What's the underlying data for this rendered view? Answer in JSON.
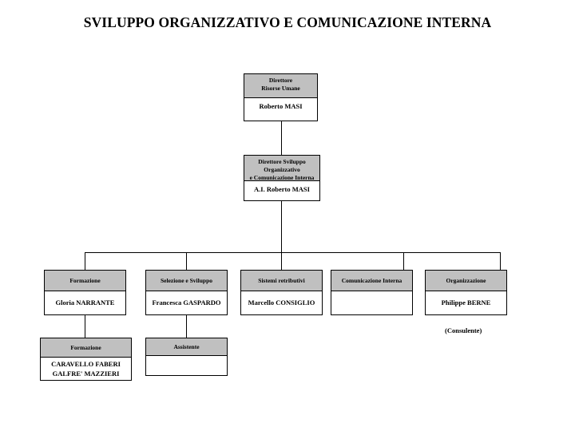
{
  "page": {
    "title": "SVILUPPO ORGANIZZATIVO E COMUNICAZIONE INTERNA",
    "background_color": "#ffffff",
    "box_header_color": "#c0c0c0",
    "box_body_color": "#ffffff",
    "line_color": "#000000"
  },
  "chart_data": {
    "type": "diagram",
    "diagram_kind": "organizational-chart",
    "title": "SVILUPPO ORGANIZZATIVO E COMUNICAZIONE INTERNA",
    "nodes": [
      {
        "id": "n1",
        "role": "Direttore\nRisorse Umane",
        "role_line1": "Direttore",
        "role_line2": "Risorse Umane",
        "person": "Roberto MASI",
        "level": 0
      },
      {
        "id": "n2",
        "role_line1": "Direttore Sviluppo",
        "role_line2": "Organizzativo",
        "role_line3": "e Comunicazione Interna",
        "person": "A.I. Roberto MASI",
        "level": 1
      },
      {
        "id": "n3",
        "role_line1": "Formazione",
        "person": "Gloria NARRANTE",
        "level": 2,
        "parent": "n2"
      },
      {
        "id": "n4",
        "role_line1": "Selezione e Sviluppo",
        "person": "Francesca GASPARDO",
        "level": 2,
        "parent": "n2"
      },
      {
        "id": "n5",
        "role_line1": "Sistemi retributivi",
        "person": "Marcello CONSIGLIO",
        "level": 2,
        "parent": "n2"
      },
      {
        "id": "n6",
        "role_line1": "Comunicazione Interna",
        "person": "",
        "level": 2,
        "parent": "n2"
      },
      {
        "id": "n7",
        "role_line1": "Organizzazione",
        "person": "Philippe BERNE",
        "note": "(Consulente)",
        "level": 2,
        "parent": "n2"
      },
      {
        "id": "n8",
        "role_line1": "Formazione",
        "person_line1": "CARAVELLO FABERI",
        "person_line2": "GALFRE' MAZZIERI",
        "level": 3,
        "parent": "n3"
      },
      {
        "id": "n9",
        "role_line1": "Assistente",
        "person": "",
        "level": 3,
        "parent": "n4"
      }
    ],
    "notes": [
      "(Consulente)"
    ]
  }
}
